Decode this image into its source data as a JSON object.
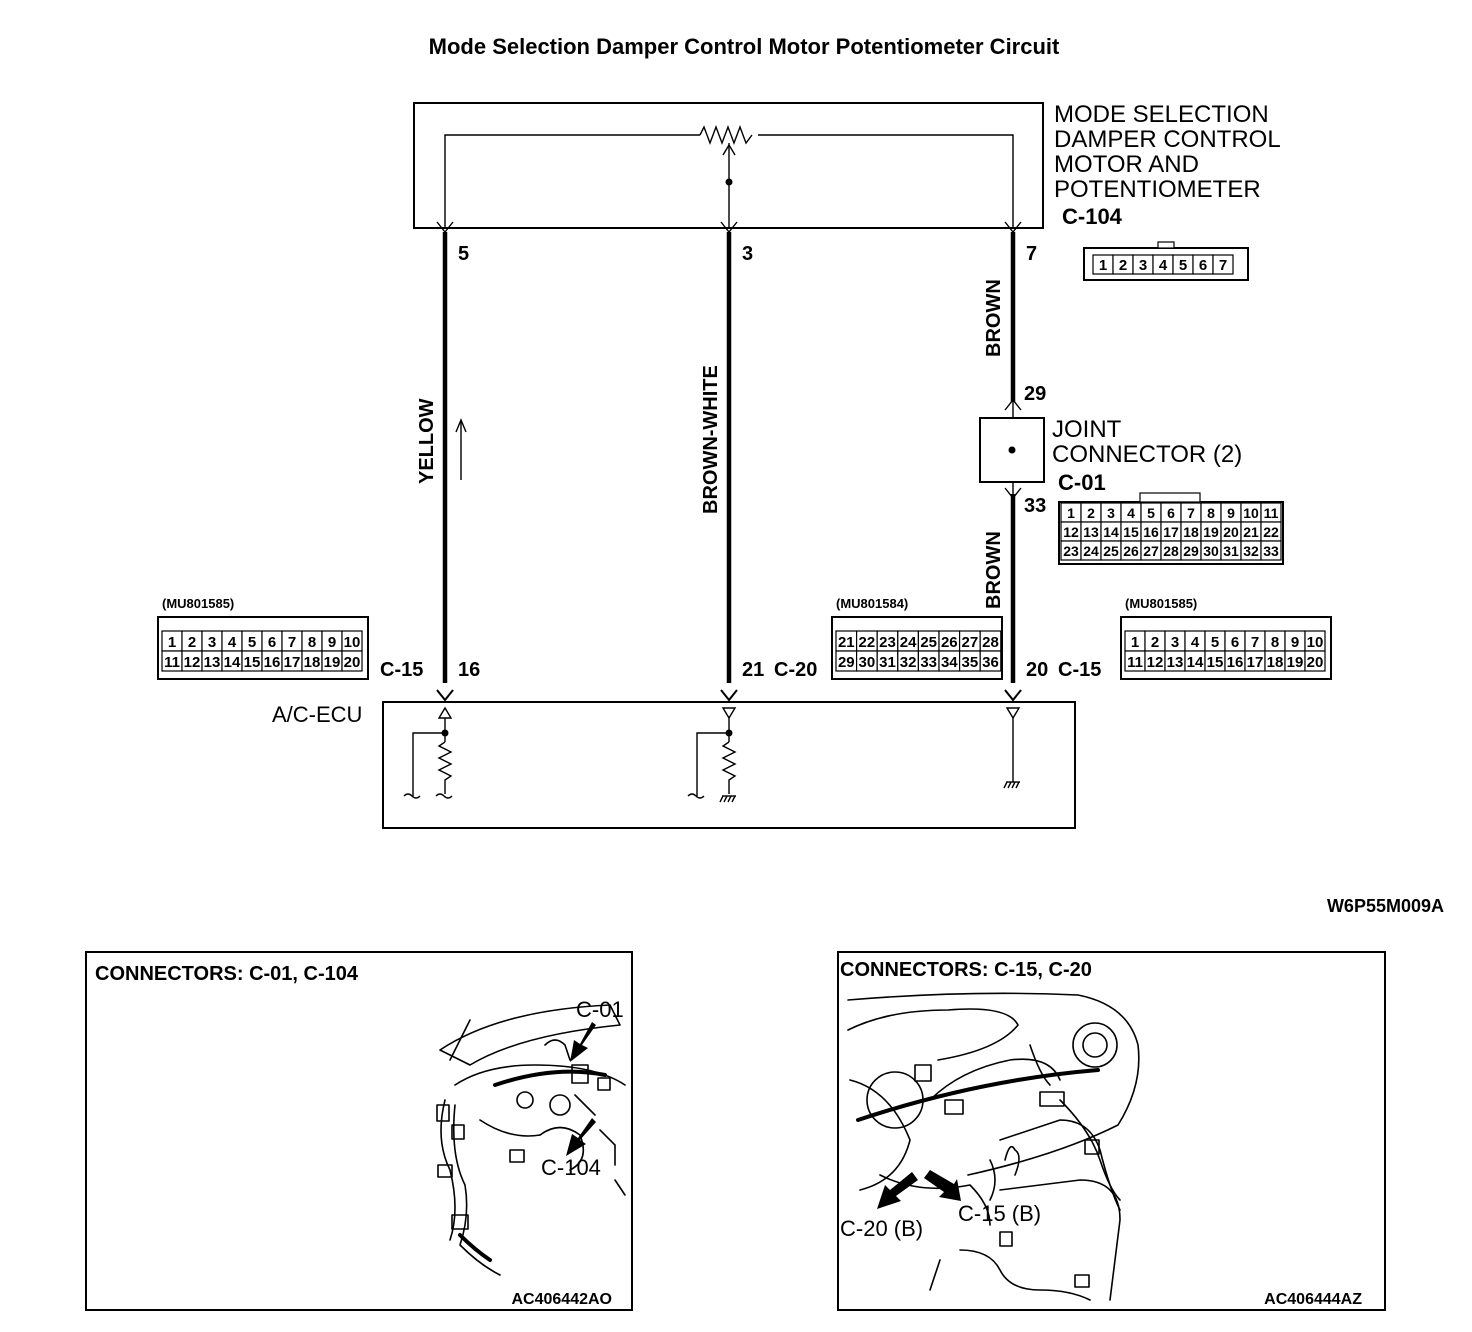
{
  "title": "Mode Selection Damper Control Motor Potentiometer Circuit",
  "figure_code": "W6P55M009A",
  "motor": {
    "name_lines": [
      "MODE SELECTION",
      "DAMPER CONTROL",
      "MOTOR AND",
      "POTENTIOMETER"
    ],
    "connector": "C-104",
    "pins": [
      "1",
      "2",
      "3",
      "4",
      "5",
      "6",
      "7"
    ]
  },
  "wires": [
    {
      "from_pin": "5",
      "color": "YELLOW",
      "to_pin": "16",
      "to_connector": "C-15"
    },
    {
      "from_pin": "3",
      "color": "BROWN-WHITE",
      "to_pin": "21",
      "to_connector": "C-20"
    },
    {
      "from_pin": "7",
      "color": "BROWN",
      "color_lower": "BROWN",
      "to_pin": "20",
      "to_connector": "C-15"
    }
  ],
  "joint": {
    "name_lines": [
      "JOINT",
      "CONNECTOR (2)"
    ],
    "connector": "C-01",
    "pin_in": "29",
    "pin_out": "33",
    "rows": [
      [
        "1",
        "2",
        "3",
        "4",
        "5",
        "6",
        "7",
        "8",
        "9",
        "10",
        "11"
      ],
      [
        "12",
        "13",
        "14",
        "15",
        "16",
        "17",
        "18",
        "19",
        "20",
        "21",
        "22"
      ],
      [
        "23",
        "24",
        "25",
        "26",
        "27",
        "28",
        "29",
        "30",
        "31",
        "32",
        "33"
      ]
    ]
  },
  "ecu": {
    "name": "A/C-ECU"
  },
  "ecu_connectors": {
    "c15_left": {
      "part": "(MU801585)",
      "rows": [
        [
          "1",
          "2",
          "3",
          "4",
          "5",
          "6",
          "7",
          "8",
          "9",
          "10"
        ],
        [
          "11",
          "12",
          "13",
          "14",
          "15",
          "16",
          "17",
          "18",
          "19",
          "20"
        ]
      ]
    },
    "c20": {
      "part": "(MU801584)",
      "rows": [
        [
          "21",
          "22",
          "23",
          "24",
          "25",
          "26",
          "27",
          "28"
        ],
        [
          "29",
          "30",
          "31",
          "32",
          "33",
          "34",
          "35",
          "36"
        ]
      ]
    },
    "c15_right": {
      "part": "(MU801585)",
      "rows": [
        [
          "1",
          "2",
          "3",
          "4",
          "5",
          "6",
          "7",
          "8",
          "9",
          "10"
        ],
        [
          "11",
          "12",
          "13",
          "14",
          "15",
          "16",
          "17",
          "18",
          "19",
          "20"
        ]
      ]
    }
  },
  "locator_left": {
    "title": "CONNECTORS: C-01, C-104",
    "callouts": [
      "C-01",
      "C-104"
    ],
    "code": "AC406442AO"
  },
  "locator_right": {
    "title": "CONNECTORS: C-15, C-20",
    "callouts": [
      "C-15 (B)",
      "C-20 (B)"
    ],
    "code": "AC406444AZ"
  }
}
